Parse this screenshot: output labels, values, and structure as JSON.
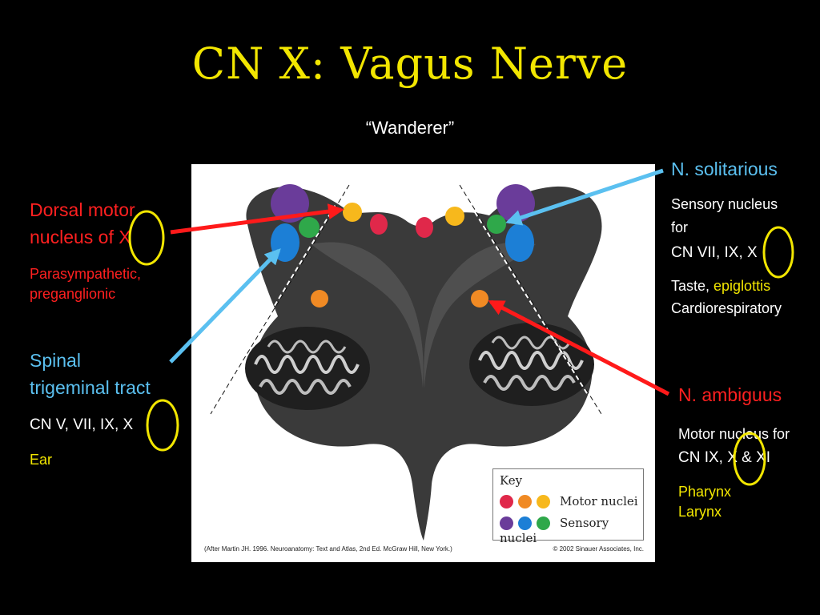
{
  "title": "CN X: Vagus Nerve",
  "subtitle": "“Wanderer”",
  "left_labels": {
    "dorsal_motor_l1": "Dorsal motor",
    "dorsal_motor_l2": "nucleus of ",
    "dorsal_motor_x": "X",
    "para_l1": "Parasympathetic,",
    "para_l2": "preganglionic",
    "spinal_l1": "Spinal",
    "spinal_l2": "trigeminal tract",
    "spinal_cn": "CN V, VII, IX, X",
    "spinal_ear": "Ear"
  },
  "right_labels": {
    "solitarius": "N. solitarious",
    "sens_l1": "Sensory nucleus",
    "sens_l2": "for",
    "sens_cn": "CN VII, IX, X",
    "taste_prefix": "Taste, ",
    "taste_epiglottis": "epiglottis",
    "cardio": "Cardiorespiratory",
    "ambiguus": "N. ambiguus",
    "motor_l1": "Motor nucleus for",
    "motor_cn": "CN IX, X & XI",
    "pharynx": "Pharynx",
    "larynx": "Larynx"
  },
  "key": {
    "title": "Key",
    "motor_label": "Motor nuclei",
    "sensory_label": "Sensory nuclei"
  },
  "credits": {
    "left": "(After Martin JH. 1996. Neuroanatomy: Text and Atlas, 2nd Ed. McGraw Hill, New York.)",
    "right": "© 2002 Sinauer Associates, Inc."
  },
  "colors": {
    "title_yellow": "#f2e600",
    "label_red": "#ff2020",
    "label_blue": "#5bc0f0",
    "nucleus_red": "#e0284a",
    "nucleus_orange": "#f08a24",
    "nucleus_yellow": "#f7b81c",
    "nucleus_purple": "#6a3c9a",
    "nucleus_blue": "#1c7fd6",
    "nucleus_green": "#2fa84a"
  }
}
